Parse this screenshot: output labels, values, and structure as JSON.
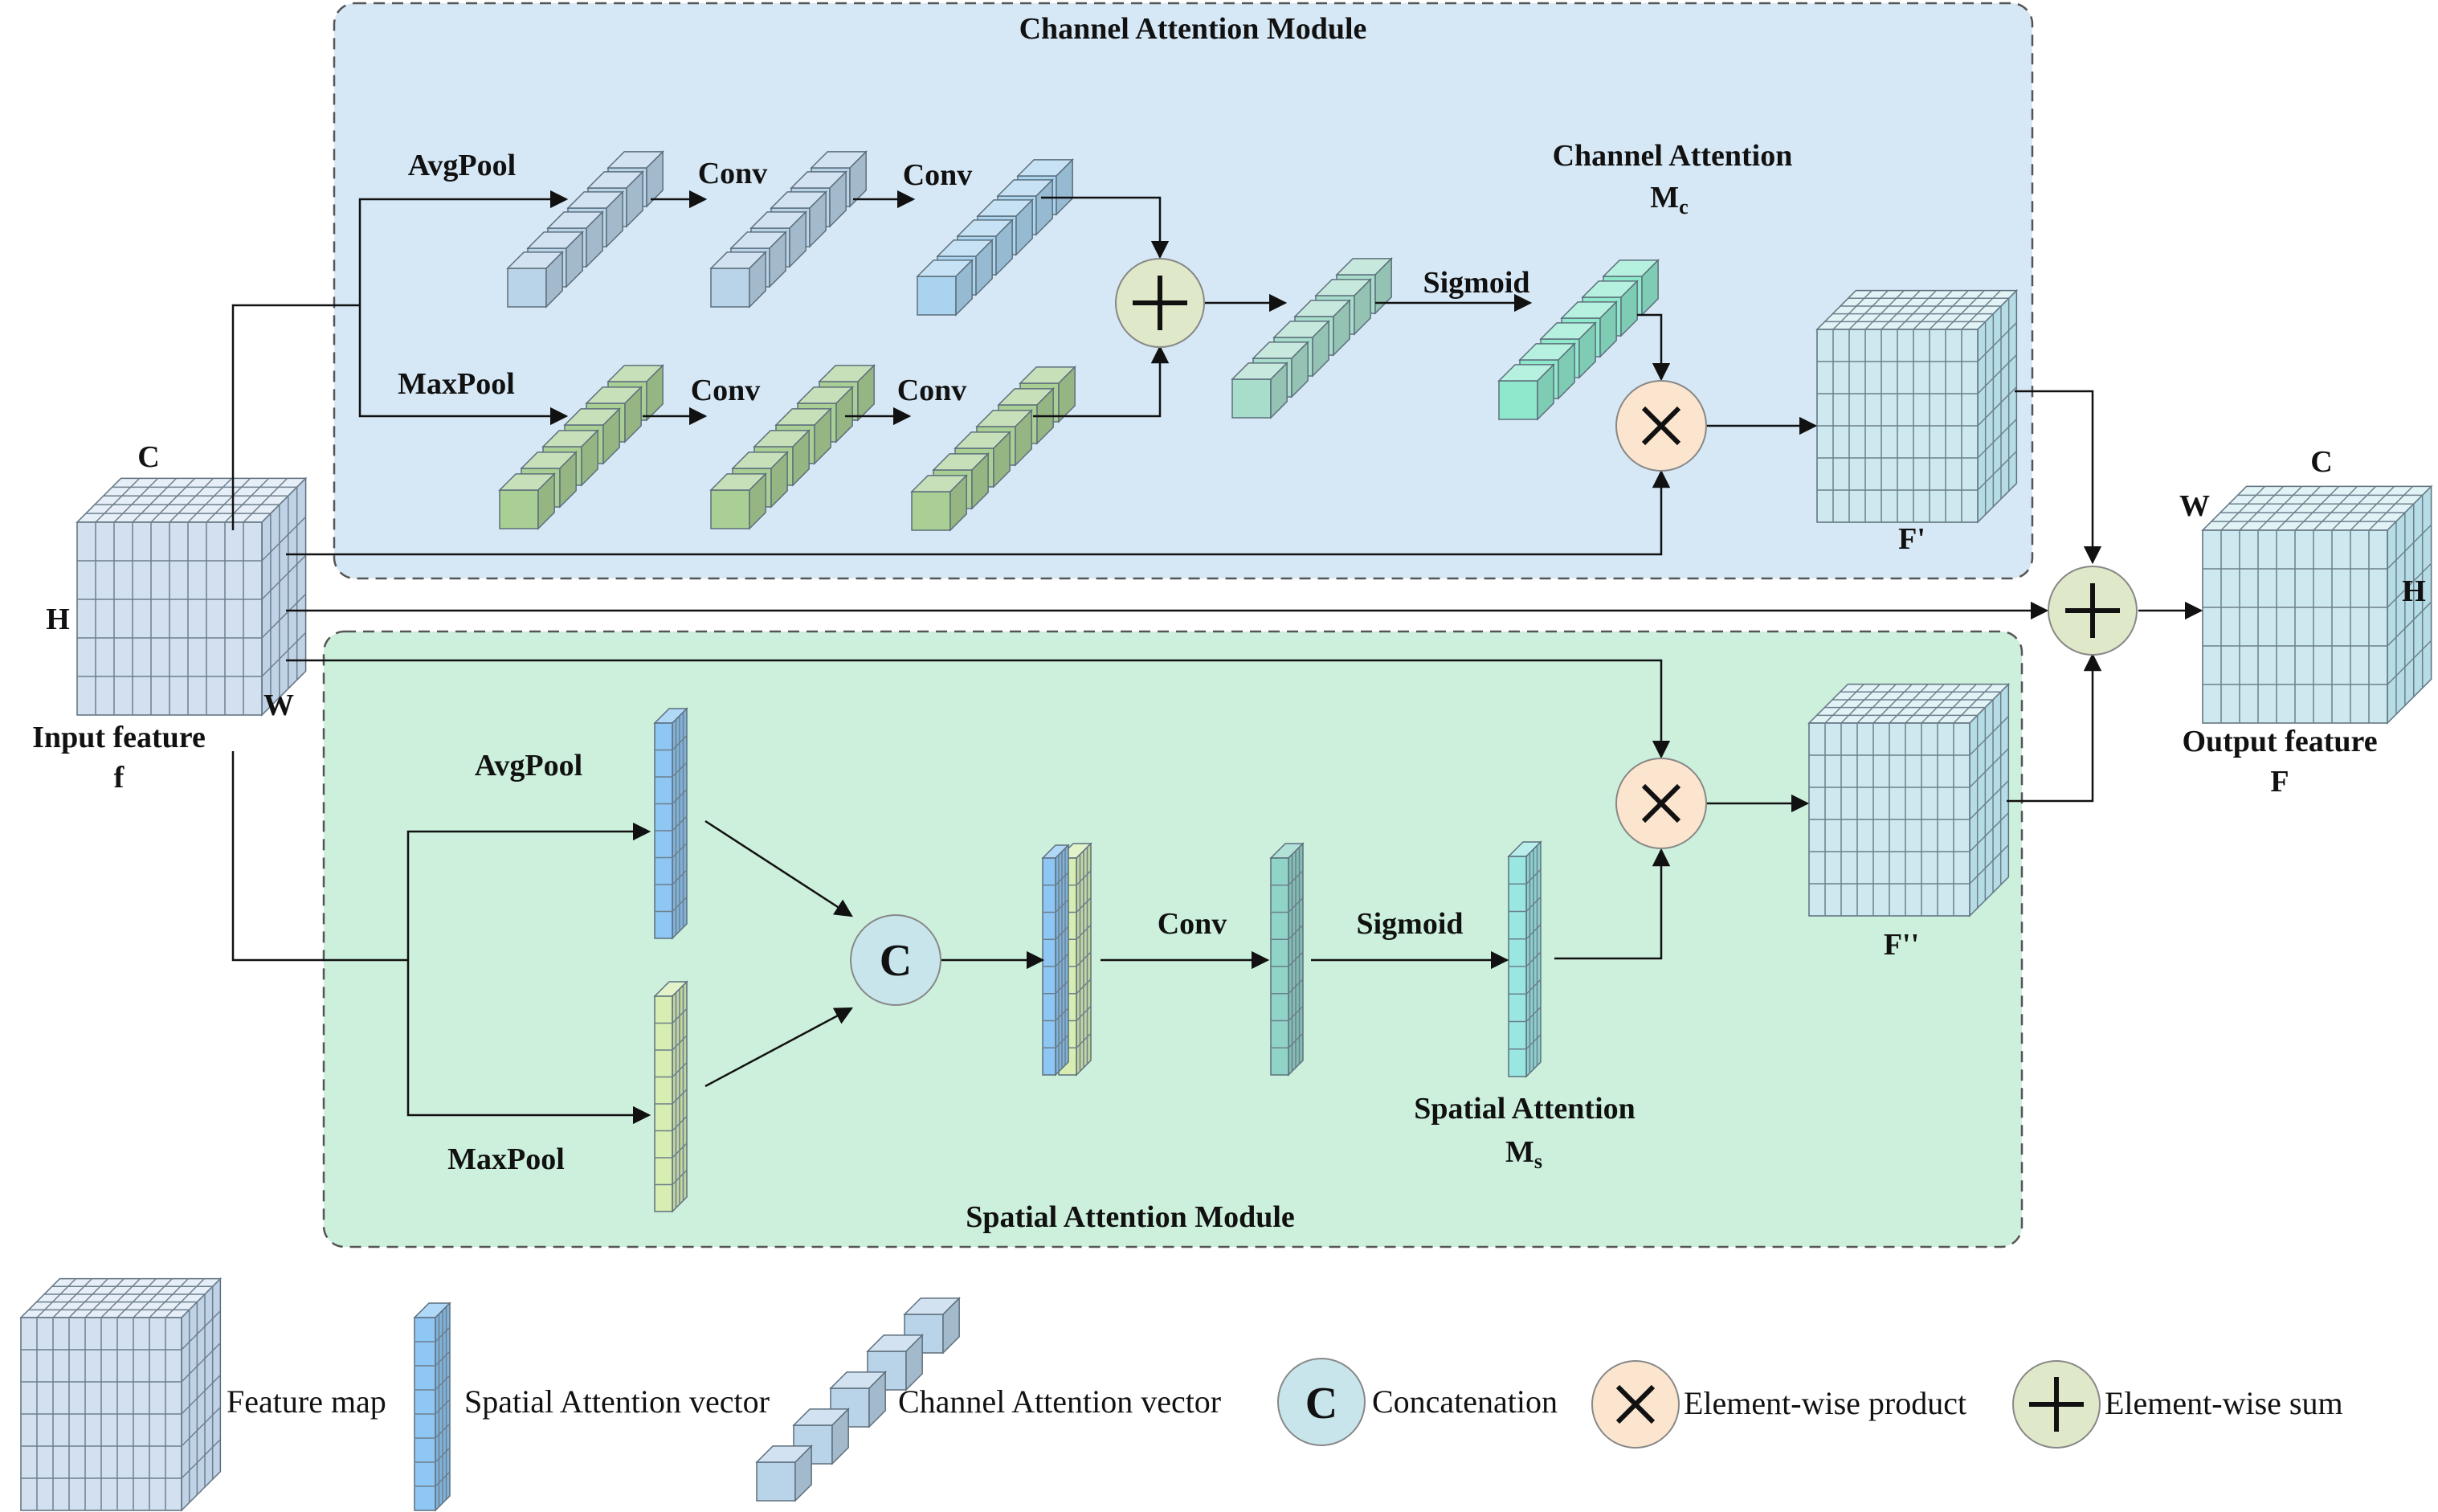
{
  "colors": {
    "channel_module_bg": "#d6e8f5",
    "spatial_module_bg": "#cdf0dd",
    "module_border": "#555555",
    "feature_face": "#d2e0f0",
    "feature_top": "#e6eef8",
    "feature_side": "#c0d2e6",
    "output_face": "#cde9ef",
    "output_top": "#e2f3f6",
    "output_side": "#b6dde6",
    "vector_gray_blue": "#b9d3e8",
    "vector_blue": "#a9d3ee",
    "vector_green": "#a9cf95",
    "vector_teal": "#a8dccb",
    "vector_mint": "#8fe8cc",
    "spatial_blue": "#8ec7f3",
    "spatial_green": "#d7edb2",
    "spatial_teal": "#8fd4c6",
    "spatial_cyan": "#9ae7e2",
    "concat_fill": "#c7e5ea",
    "product_fill": "#fce5cf",
    "sum_fill": "#dfe8c8"
  },
  "channel_module": {
    "title": "Channel Attention  Module",
    "avgpool": "AvgPool",
    "maxpool": "MaxPool",
    "conv": "Conv",
    "sigmoid": "Sigmoid",
    "attention_label": "Channel Attention",
    "attention_symbol": "M",
    "attention_sub": "c",
    "output_label": "F'"
  },
  "spatial_module": {
    "title": "Spatial Attention  Module",
    "avgpool": "AvgPool",
    "maxpool": "MaxPool",
    "conv": "Conv",
    "sigmoid": "Sigmoid",
    "attention_label": "Spatial Attention",
    "attention_symbol": "M",
    "attention_sub": "s",
    "output_label": "F''",
    "concat_symbol": "C"
  },
  "input": {
    "label": "Input feature",
    "symbol": "f",
    "dim_c": "C",
    "dim_h": "H",
    "dim_w": "W"
  },
  "output": {
    "label": "Output feature",
    "symbol": "F",
    "dim_c": "C",
    "dim_h": "H",
    "dim_w": "W"
  },
  "legend": {
    "feature_map": "Feature map",
    "spatial_vector": "Spatial Attention vector",
    "channel_vector": "Channel Attention vector",
    "concat_symbol": "C",
    "concatenation": "Concatenation",
    "product": "Element-wise product",
    "sum": "Element-wise sum"
  }
}
